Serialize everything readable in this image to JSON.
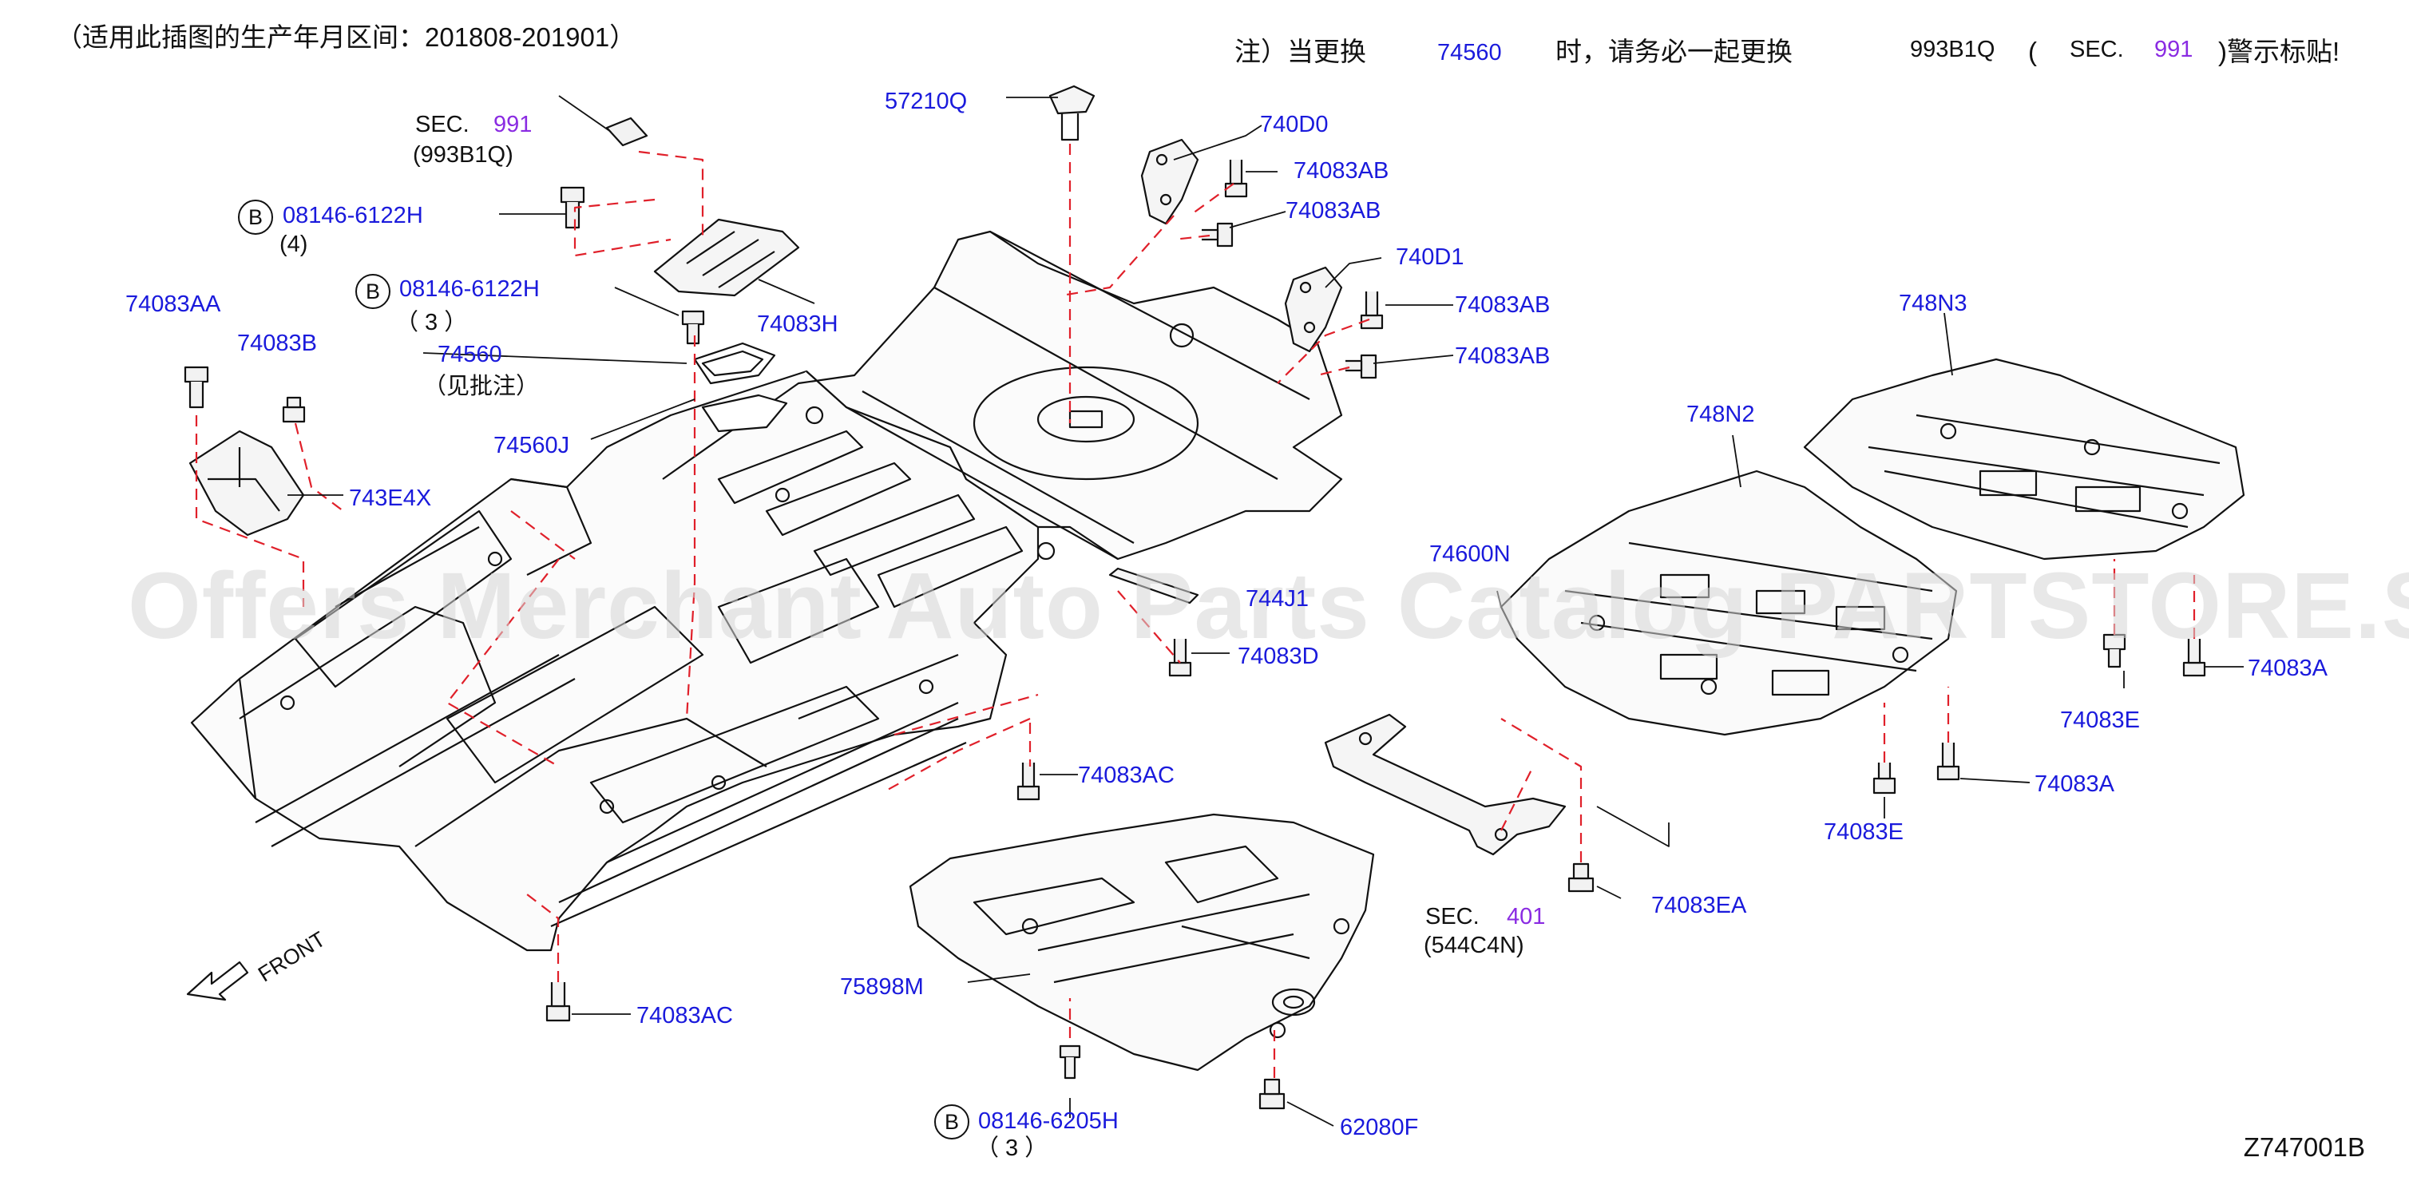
{
  "header": {
    "date_range": "（适用此插图的生产年月区间：201808-201901）",
    "note_prefix": "注）当更换",
    "note_part": "74560",
    "note_mid": "时，请务必一起更换",
    "note_part2": "993B1Q",
    "note_open": "(",
    "note_sec": "SEC.",
    "note_sec_num": "991",
    "note_suffix": ")警示标贴!"
  },
  "watermark": "Offers Merchant Auto Parts Catalog PARTSTORE.SA",
  "diagram_code": "Z747001B",
  "front_label": "FRONT",
  "bolt_marker": "B",
  "labels": {
    "sec991_a": "SEC.",
    "sec991_b": "991",
    "sec991_c": "(993B1Q)",
    "bolt1": "08146-6122H",
    "bolt1_qty": "(4)",
    "bolt2": "08146-6122H",
    "bolt2_qty": "（ 3 ）",
    "p74560": "74560",
    "p74560_note": "（见批注）",
    "p74560J": "74560J",
    "p74083AA": "74083AA",
    "p74083B": "74083B",
    "p743E4X": "743E4X",
    "p74083H": "74083H",
    "p57210Q": "57210Q",
    "p740D0": "740D0",
    "p74083AB_1": "74083AB",
    "p74083AB_2": "74083AB",
    "p740D1": "740D1",
    "p74083AB_3": "74083AB",
    "p74083AB_4": "74083AB",
    "p744J": "744J1",
    "p74083D": "74083D",
    "p74083AC_1": "74083AC",
    "p74083AC_2": "74083AC",
    "p748N3": "748N3",
    "p748N2": "748N2",
    "p74600N": "74600N",
    "p74083A_1": "74083A",
    "p74083E_1": "74083E",
    "p74083A_2": "74083A",
    "p74083E_2": "74083E",
    "p74083EA": "74083EA",
    "sec401_a": "SEC.",
    "sec401_b": "401",
    "sec401_c": "(544C4N)",
    "p75898M": "75898M",
    "bolt3": "08146-6205H",
    "bolt3_qty": "（ 3 ）",
    "p62080F": "62080F"
  },
  "colors": {
    "callout": "#1a1adc",
    "sec_number": "#8a2be2",
    "leader_dash": "#e0202a",
    "outline": "#111111",
    "watermark": "#d6d6d6"
  }
}
